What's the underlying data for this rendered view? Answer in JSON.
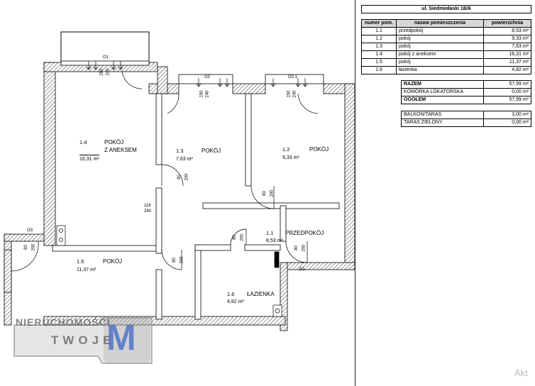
{
  "table": {
    "title": "ul. Siedmiołaski 1B/6",
    "headers": [
      "numer pom.",
      "nazwa pomieszczenia",
      "powierzchnia"
    ],
    "rows": [
      {
        "num": "1.1",
        "name": "przedpokój",
        "area": "8,53 m²"
      },
      {
        "num": "1.2",
        "name": "pokój",
        "area": "9,33 m²"
      },
      {
        "num": "1.3",
        "name": "pokój",
        "area": "7,63 m²"
      },
      {
        "num": "1.4",
        "name": "pokój z aneksem",
        "area": "16,31 m²"
      },
      {
        "num": "1.5",
        "name": "pokój",
        "area": "11,37 m²"
      },
      {
        "num": "1.6",
        "name": "łazienka",
        "area": "4,82 m²"
      }
    ],
    "totals": [
      {
        "label": "RAZEM",
        "value": "57,99 m²",
        "bold": true
      },
      {
        "label": "KOMÓRKA LOKATORSKA",
        "value": "0,00 m²",
        "bold": false
      },
      {
        "label": "OGÓŁEM",
        "value": "57,99 m²",
        "bold": true
      }
    ],
    "balcony": [
      {
        "label": "BALKON/TARAS",
        "value": "3,00 m²"
      },
      {
        "label": "TARAS ZIELONY",
        "value": "0,00 m²"
      }
    ]
  },
  "plan": {
    "rooms": [
      {
        "id": "1.4",
        "name": "POKÓJ",
        "name2": "Z ANEKSEM",
        "area": "16,31 m²"
      },
      {
        "id": "1.3",
        "name": "POKÓJ",
        "area": "7,63 m²"
      },
      {
        "id": "1.2",
        "name": "POKÓJ",
        "area": "9,33 m²"
      },
      {
        "id": "1.1",
        "name": "PRZEDPOKÓJ",
        "area": "8,53 m²"
      },
      {
        "id": "1.5",
        "name": "POKÓJ",
        "area": "11,37 m²"
      },
      {
        "id": "1.6",
        "name": "ŁAZIENKA",
        "area": "4,82 m²"
      }
    ],
    "windows": [
      "O1",
      "O2",
      "O2.1",
      "O3"
    ],
    "door_entry": "D1",
    "dims": {
      "d_80": "80",
      "d_200": "200",
      "d_118": "118",
      "d_240": "240",
      "d_150": "150",
      "d_280": "280"
    }
  },
  "watermark": {
    "line1": "NIERUCHOMOŚCI",
    "line2": "TWOJE",
    "letter": "M"
  },
  "activation_text": "Akt"
}
